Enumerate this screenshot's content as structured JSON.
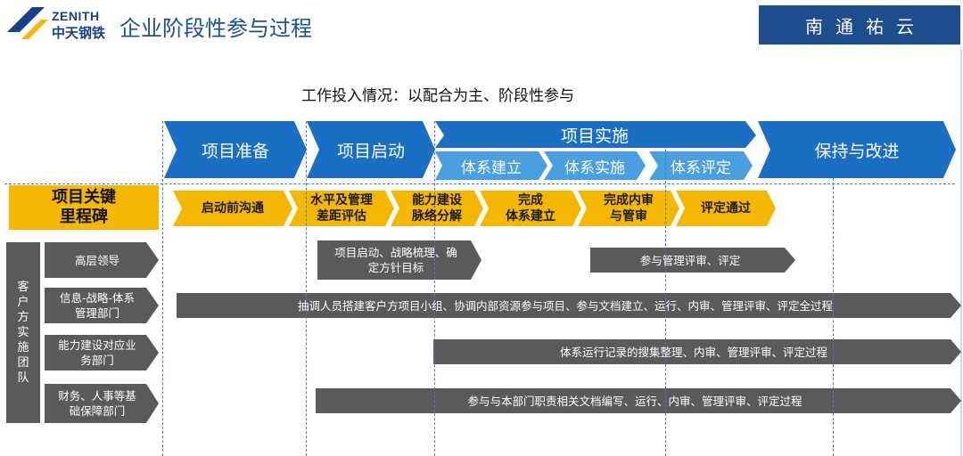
{
  "header": {
    "logo_en": "ZENITH",
    "logo_cn": "中天钢铁",
    "title": "企业阶段性参与过程",
    "brand": "南通祐云"
  },
  "subtitle": "工作投入情况：以配合为主、阶段性参与",
  "phases": [
    {
      "label": "项目准备"
    },
    {
      "label": "项目启动"
    },
    {
      "label": "项目实施"
    },
    {
      "label": "保持与改进"
    }
  ],
  "subphases": [
    {
      "label": "体系建立"
    },
    {
      "label": "体系实施"
    },
    {
      "label": "体系评定"
    }
  ],
  "milestone_title": {
    "line1": "项目关键",
    "line2": "里程碑"
  },
  "milestones": [
    {
      "line1": "启动前沟通",
      "line2": ""
    },
    {
      "line1": "水平及管理",
      "line2": "差距评估"
    },
    {
      "line1": "能力建设",
      "line2": "脉络分解"
    },
    {
      "line1": "完成",
      "line2": "体系建立"
    },
    {
      "line1": "完成内审",
      "line2": "与管审"
    },
    {
      "line1": "评定通过",
      "line2": ""
    }
  ],
  "team_label": "客户方实施团队",
  "roles": [
    {
      "line1": "高层领导",
      "line2": ""
    },
    {
      "line1": "信息-战略-体系",
      "line2": "管理部门"
    },
    {
      "line1": "能力建设对应业",
      "line2": "务部门"
    },
    {
      "line1": "财务、人事等基",
      "line2": "础保障部门"
    }
  ],
  "bars": [
    {
      "line1": "项目启动、战略梳理、确",
      "line2": "定方针目标"
    },
    {
      "line1": "参与管理评审、评定",
      "line2": ""
    },
    {
      "line1": "抽调人员搭建客户方项目小组、协调内部资源参与项目、参与文档建立、运行、内审、管理评审、评定全过程",
      "line2": ""
    },
    {
      "line1": "体系运行记录的搜集整理、内审、管理评审、评定过程",
      "line2": ""
    },
    {
      "line1": "参与与本部门职责相关文档编写、运行、内审、管理评审、评定过程",
      "line2": ""
    }
  ],
  "colors": {
    "phase_blue": "#1a6fc4",
    "subphase_blue": "#4a9fe0",
    "milestone_yellow": "#f5b800",
    "bar_gray": "#5a5a5a",
    "brand_navy": "#1e4d8f"
  }
}
